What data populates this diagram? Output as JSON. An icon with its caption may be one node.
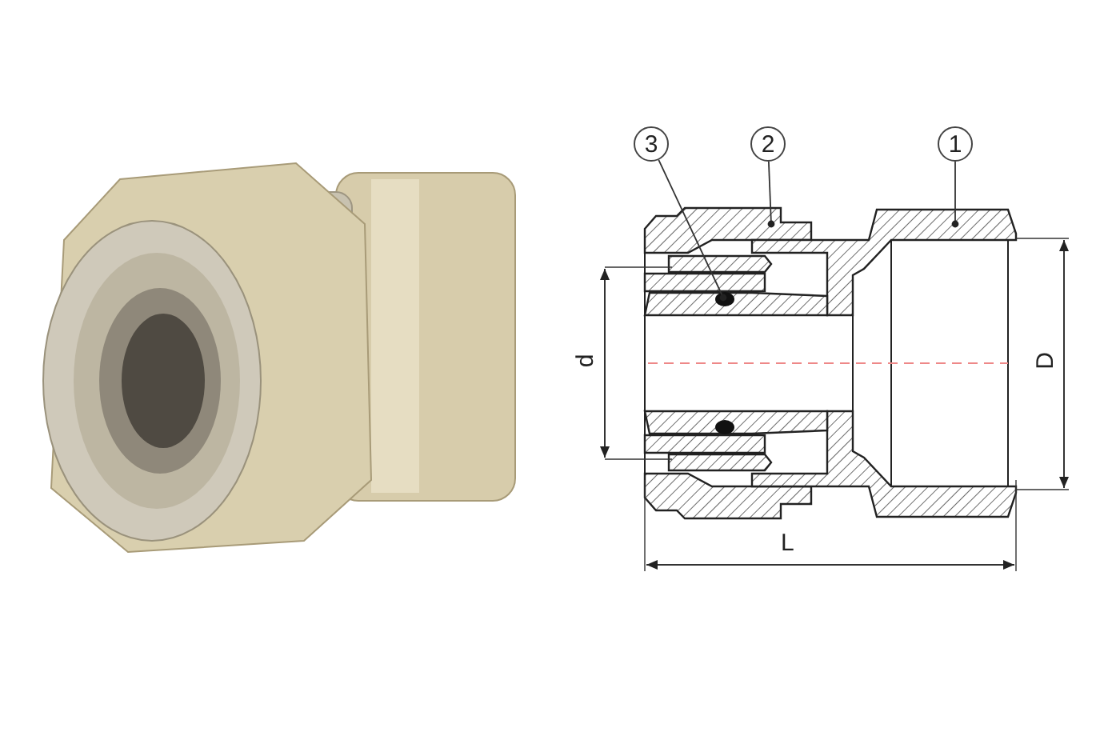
{
  "diagram": {
    "nodes": [
      {
        "text": [
          "3"
        ]
      },
      {
        "text": [
          "2"
        ]
      },
      {
        "text": [
          "1"
        ]
      }
    ],
    "edges": [
      {
        "from": 0,
        "to": null,
        "arrow": "other"
      },
      {
        "from": 1,
        "to": null,
        "arrow": "other"
      },
      {
        "from": 2,
        "to": null,
        "arrow": "other"
      }
    ],
    "labels": [
      "d",
      "D",
      "L"
    ]
  }
}
